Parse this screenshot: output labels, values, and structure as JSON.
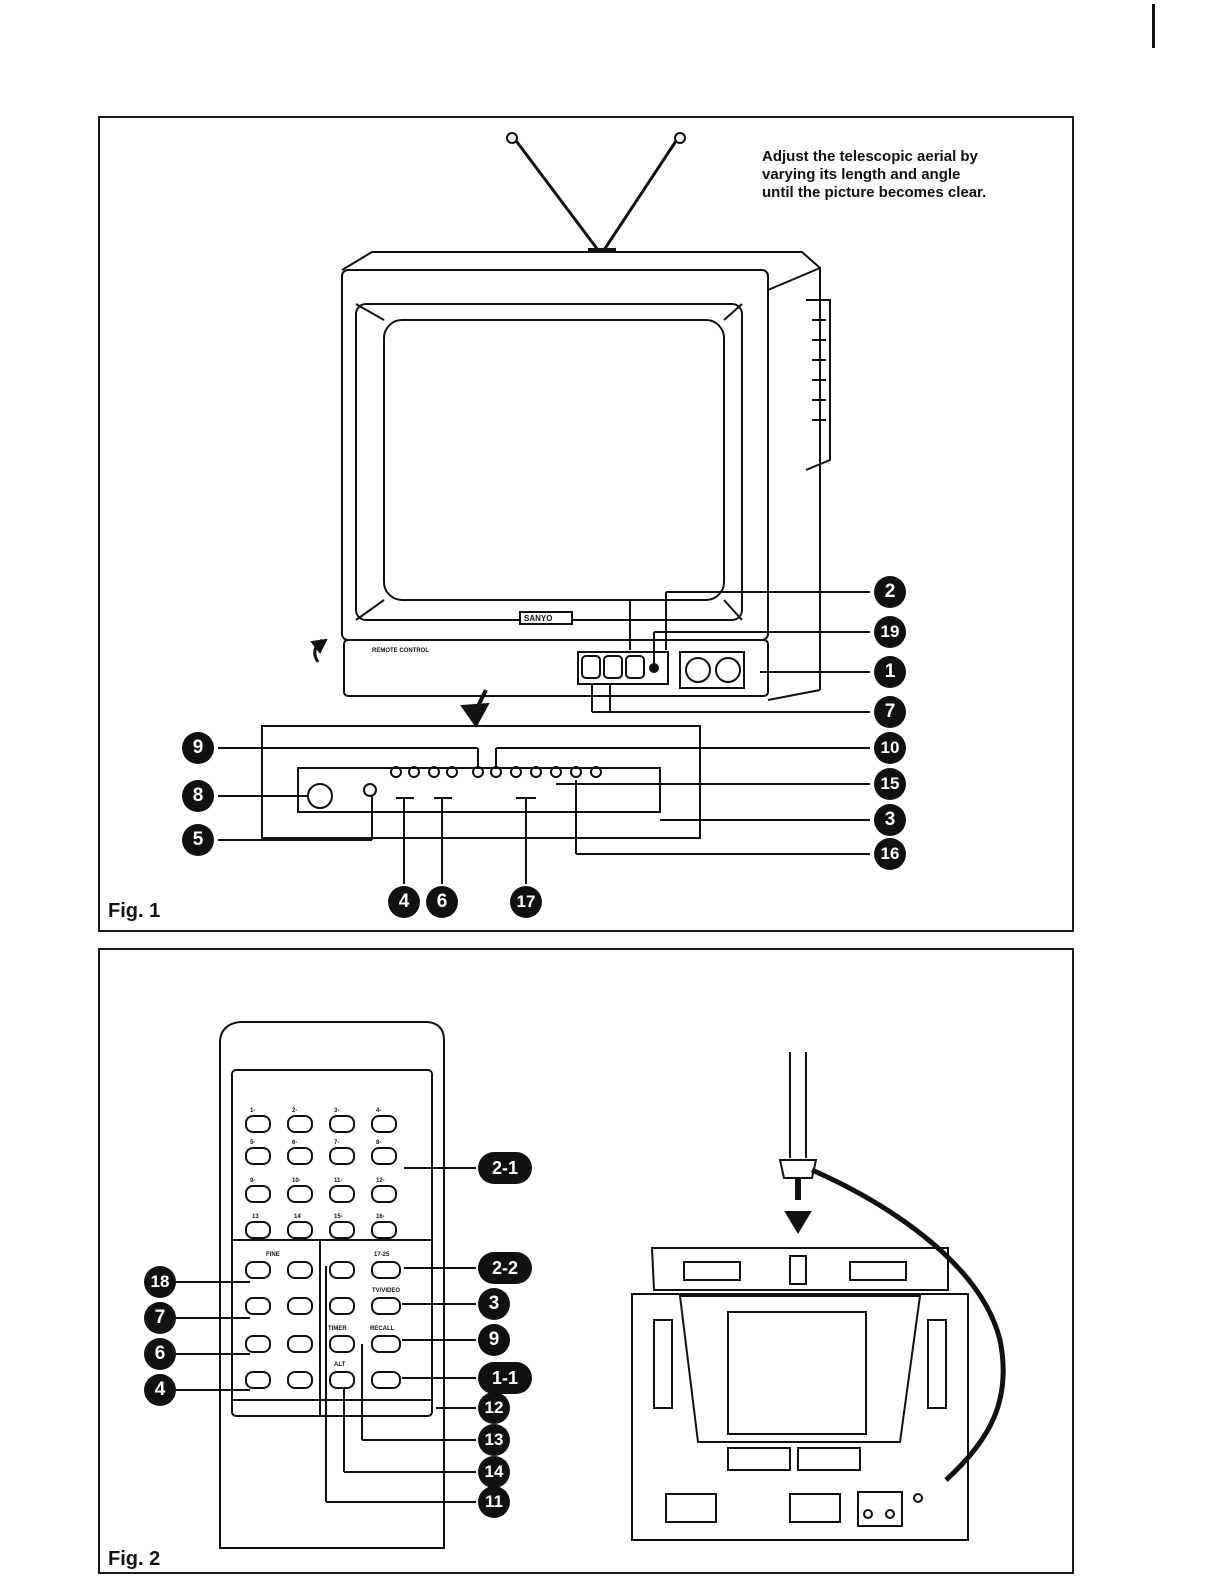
{
  "figure1": {
    "label": "Fig. 1",
    "caption_lines": [
      "Adjust the telescopic aerial by",
      "varying its length and angle",
      "until the picture becomes clear."
    ],
    "brand": "SANYO",
    "panel_text": "REMOTE CONTROL",
    "callouts": {
      "c1": "1",
      "c2": "2",
      "c3": "3",
      "c4": "4",
      "c5": "5",
      "c6": "6",
      "c7": "7",
      "c8": "8",
      "c9": "9",
      "c10": "10",
      "c15": "15",
      "c16": "16",
      "c17": "17",
      "c19": "19"
    }
  },
  "figure2": {
    "label": "Fig. 2",
    "remote": {
      "buttons": [
        "1-",
        "2-",
        "3-",
        "4-",
        "5-",
        "6-",
        "7-",
        "8-",
        "9-",
        "10-",
        "11-",
        "12-",
        "13",
        "14",
        "15-",
        "16-"
      ],
      "fine": "FINE",
      "range": "17-25",
      "tv_video": "TV/VIDEO",
      "timer": "TIMER",
      "recall": "RECALL",
      "alt": "ALT"
    },
    "callouts": {
      "p21": "2-1",
      "p22": "2-2",
      "c3": "3",
      "c9": "9",
      "p11": "1-1",
      "c12": "12",
      "c13": "13",
      "c14": "14",
      "c11": "11",
      "c18": "18",
      "c7": "7",
      "c6": "6",
      "c4": "4"
    }
  }
}
